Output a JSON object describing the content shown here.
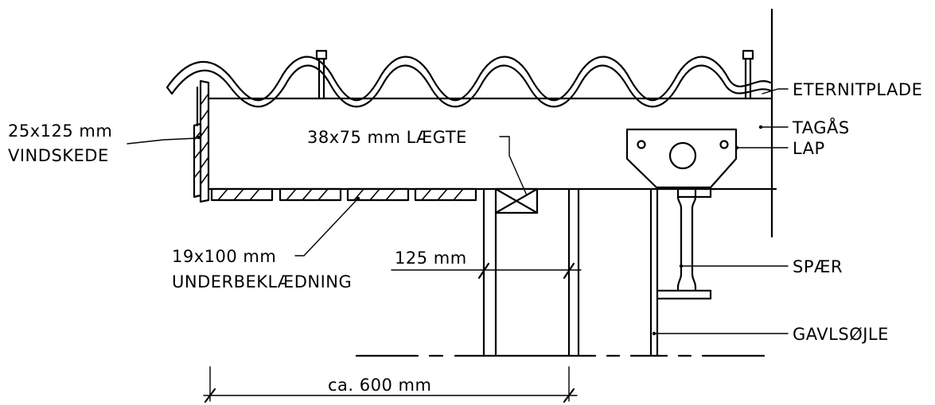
{
  "labels": {
    "eternitplade": "ETERNITPLADE",
    "tagas": "TAGÅS",
    "lap": "LAP",
    "spaer": "SPÆR",
    "gavlsojle": "GAVLSØJLE",
    "laegte": "38x75  mm  LÆGTE",
    "vindskede_size": "25x125  mm",
    "vindskede_name": "VINDSKEDE",
    "underbeklaedning_size": "19x100  mm",
    "underbeklaedning_name": "UNDERBEKLÆDNING",
    "stud_width": "125  mm",
    "spacing": "ca.  600  mm"
  }
}
